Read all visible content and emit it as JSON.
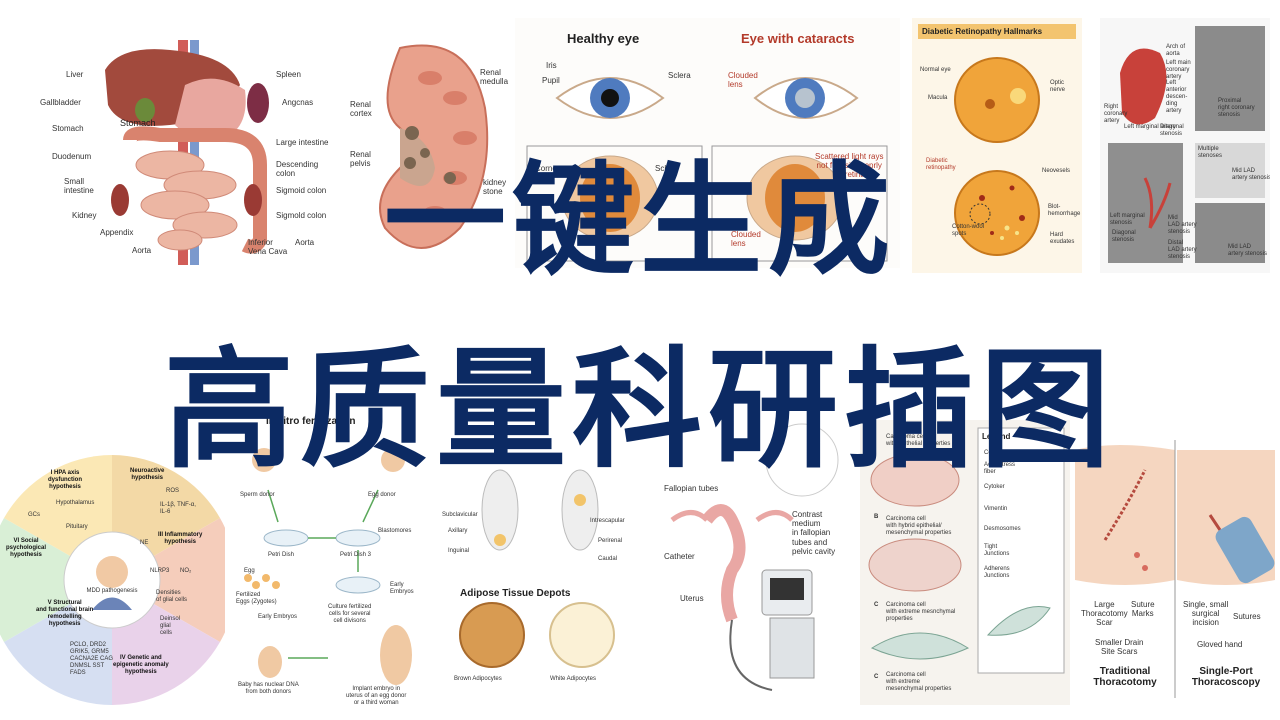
{
  "headline": {
    "line1": "一键生成",
    "line2": "高质量科研插图"
  },
  "anatomy": {
    "left_labels": [
      "Liver",
      "Gallbladder",
      "Stomach",
      "Duodenum",
      "Small\nintestine",
      "Kidney",
      "Appendix",
      "Aorta"
    ],
    "right_labels": [
      "Spleen",
      "Angcnas",
      "Large intestine",
      "Descending\ncolon",
      "Sigmoid colon",
      "Sigmold colon",
      "Inferior\nVena Cava",
      "Aorta"
    ],
    "center_label": "Stomach"
  },
  "kidney": {
    "labels": [
      "Renal\ncortex",
      "Renal\nmedulla",
      "Renal\npelvis",
      "kidney\nstone"
    ]
  },
  "eyes": {
    "healthy_title": "Healthy eye",
    "cataract_title": "Eye with cataracts",
    "labels_healthy": [
      "Iris",
      "Pupil",
      "Sclera",
      "Cornea",
      "Sclera"
    ],
    "labels_cataract": [
      "Clouded\nlens",
      "Clouded\nlens"
    ],
    "scatter_note": "Scattered light rays\nnot focusing roprly\non retina"
  },
  "retinopathy": {
    "title": "Diabetic Retinopathy Hallmarks",
    "labels": [
      "Normal eye",
      "Macula",
      "Optic\nnerve",
      "Diabetic\nretinopathy",
      "Neovesels",
      "Blot-\nhemorrhage",
      "Cotton-wool\nspots",
      "Hard\nexudates"
    ]
  },
  "coronary": {
    "labels": [
      "Arch of\naorta",
      "Left main\ncoronary\nartery",
      "Left\nanterior\ndescen-\nding\nartery",
      "Right\ncoronary\nartery",
      "Left marginal\nartery",
      "Diagonal\nstenosis",
      "Proximal\nright coronary\nstenosis",
      "Multiple\nstenoses",
      "Mid LAD\nartery stenosis",
      "Left marginal\nstenosis",
      "Diagonal\nstenosis",
      "Mid\nLAD artery\nstenosis",
      "Distal\nLAD artery\nstenosis",
      "Mid LAD\nartery stenosis"
    ]
  },
  "mdd": {
    "center": "MDD pathogenesis",
    "segments": [
      "I HPA axis\ndysfunction\nhypothesis",
      "Neuroactive\nhypothesis",
      "III Inflammatory\nhypothesis",
      "IV Genetic and\nepigenetic anomaly\nhypothesis",
      "V Structural\nand functional brain\nremodelling\nhypothesis",
      "VI Social\npsychological\nhypothesis"
    ],
    "small": [
      "Hypothalamus",
      "Pituitary",
      "GCs",
      "NE",
      "ROS",
      "IL-1β, TNF-α,\nIL-6",
      "NLRP3",
      "NO₂",
      "Densities\nof glial cells",
      "Deinsol\nglial\ncells",
      "PCLO, DRD2\nGRIK5, GRM5\nCACNA2E CAG\nDNMSL SST\nFADS"
    ]
  },
  "ivf": {
    "title": "In vitro fertilization",
    "labels": [
      "Sperm donor",
      "Egg donor",
      "Petri Dish",
      "Petri Dish 3",
      "Blastomores",
      "Egg",
      "Fertilized\nEggs (Zygotes)",
      "Early Embryos",
      "Early\nEmbryos",
      "Culture fertilized\ncells for several\ncell divisons",
      "Baby has nuclear DNA\nfrom both donors",
      "Implant embryo in\nuterus of an egg donor\nor a third woman"
    ]
  },
  "adipose": {
    "title": "Adipose Tissue Depots",
    "labels": [
      "Subclavicular",
      "Axillary",
      "Inguinal",
      "Intrescapular",
      "Perirenal",
      "Caudal"
    ],
    "cells": [
      "Brown Adipocytes",
      "White Adipocytes"
    ]
  },
  "uterus": {
    "labels": [
      "Fallopian tubes",
      "Catheter",
      "Uterus",
      "Contrast\nmedium\nin fallopian\ntubes and\npelvic cavity"
    ]
  },
  "carcinoma": {
    "legend_title": "Legend",
    "legend": [
      "Cortical",
      "Actin stress\nfiber",
      "Cytoker",
      "Vimentin",
      "Desmosomes",
      "Tight\nJunctions",
      "Adherens\nJunctions"
    ],
    "items": [
      {
        "letter": "B",
        "text": "Carcinoma cell\nwith hybrid epithelial/\nmesenchymal properties"
      },
      {
        "letter": "C",
        "text": "Carcinoma cell\nwith extreme mesnchymal\nproperties"
      },
      {
        "letter": "C",
        "text": "Carcinoma cell\nwith extreme\nmesenchymal properties"
      }
    ],
    "top_fragment": "Carcinoma cell\nwith epithelial properties"
  },
  "thoracic": {
    "left_labels": [
      "Large\nThoracotomy\nScar",
      "Suture\nMarks",
      "Smaller Drain\nSite Scars"
    ],
    "right_labels": [
      "Single, small\nsurgical\nincision",
      "Sutures",
      "Gloved hand"
    ],
    "left_title": "Traditional\nThoracotomy",
    "right_title": "Single-Port\nThoracoscopy"
  },
  "colors": {
    "headline": "#0c2a63",
    "accent_red": "#b33a2a",
    "panel_bg": "#fbfaf7"
  }
}
